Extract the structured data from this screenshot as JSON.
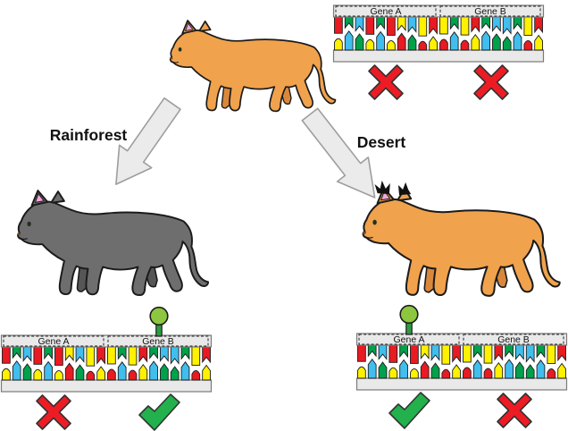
{
  "labels": {
    "rainforest": "Rainforest",
    "desert": "Desert"
  },
  "genomes": [
    {
      "id": "original-cat-genome",
      "genes": [
        {
          "label": "Gene A",
          "mark": "cross"
        },
        {
          "label": "Gene B",
          "mark": "cross"
        }
      ],
      "lollipop_gene": null,
      "pairs": [
        [
          "r",
          "y",
          "u",
          0.52
        ],
        [
          "g",
          "b",
          "v",
          0.33
        ],
        [
          "b",
          "g",
          "v",
          0.42
        ],
        [
          "r",
          "y",
          "u",
          0.55
        ],
        [
          "g",
          "b",
          "v",
          0.35
        ],
        [
          "r",
          "y",
          "u",
          0.58
        ],
        [
          "y",
          "r",
          "v",
          0.4
        ],
        [
          "b",
          "g",
          "v",
          0.45
        ],
        [
          "y",
          "r",
          "u",
          0.6
        ],
        [
          "r",
          "y",
          "v",
          0.5
        ],
        [
          "y",
          "r",
          "u",
          0.54
        ],
        [
          "g",
          "b",
          "v",
          0.36
        ],
        [
          "y",
          "r",
          "u",
          0.57
        ],
        [
          "r",
          "y",
          "v",
          0.44
        ],
        [
          "g",
          "b",
          "v",
          0.34
        ],
        [
          "b",
          "g",
          "v",
          0.42
        ],
        [
          "b",
          "g",
          "v",
          0.5
        ],
        [
          "g",
          "b",
          "v",
          0.36
        ],
        [
          "y",
          "r",
          "u",
          0.58
        ],
        [
          "r",
          "y",
          "v",
          0.46
        ]
      ]
    },
    {
      "id": "rainforest-cat-genome",
      "genes": [
        {
          "label": "Gene A",
          "mark": "cross"
        },
        {
          "label": "Gene B",
          "mark": "check"
        }
      ],
      "lollipop_gene": 1,
      "pairs": [
        [
          "r",
          "y",
          "u",
          0.52
        ],
        [
          "g",
          "b",
          "v",
          0.33
        ],
        [
          "b",
          "g",
          "v",
          0.42
        ],
        [
          "r",
          "y",
          "u",
          0.55
        ],
        [
          "g",
          "b",
          "v",
          0.35
        ],
        [
          "r",
          "y",
          "u",
          0.58
        ],
        [
          "y",
          "r",
          "v",
          0.4
        ],
        [
          "b",
          "g",
          "v",
          0.45
        ],
        [
          "y",
          "r",
          "u",
          0.6
        ],
        [
          "r",
          "y",
          "v",
          0.5
        ],
        [
          "y",
          "r",
          "u",
          0.54
        ],
        [
          "g",
          "b",
          "v",
          0.36
        ],
        [
          "y",
          "r",
          "u",
          0.57
        ],
        [
          "r",
          "y",
          "v",
          0.44
        ],
        [
          "g",
          "b",
          "v",
          0.34
        ],
        [
          "b",
          "g",
          "v",
          0.42
        ],
        [
          "b",
          "g",
          "v",
          0.5
        ],
        [
          "g",
          "b",
          "v",
          0.36
        ],
        [
          "y",
          "r",
          "u",
          0.58
        ],
        [
          "r",
          "y",
          "v",
          0.46
        ]
      ]
    },
    {
      "id": "desert-cat-genome",
      "genes": [
        {
          "label": "Gene A",
          "mark": "check"
        },
        {
          "label": "Gene B",
          "mark": "cross"
        }
      ],
      "lollipop_gene": 0,
      "pairs": [
        [
          "r",
          "y",
          "u",
          0.52
        ],
        [
          "g",
          "b",
          "v",
          0.33
        ],
        [
          "b",
          "g",
          "v",
          0.42
        ],
        [
          "r",
          "y",
          "u",
          0.55
        ],
        [
          "g",
          "b",
          "v",
          0.35
        ],
        [
          "r",
          "y",
          "u",
          0.58
        ],
        [
          "y",
          "r",
          "v",
          0.4
        ],
        [
          "b",
          "g",
          "v",
          0.45
        ],
        [
          "y",
          "r",
          "u",
          0.6
        ],
        [
          "r",
          "y",
          "v",
          0.5
        ],
        [
          "y",
          "r",
          "u",
          0.54
        ],
        [
          "g",
          "b",
          "v",
          0.36
        ],
        [
          "y",
          "r",
          "u",
          0.57
        ],
        [
          "r",
          "y",
          "v",
          0.44
        ],
        [
          "g",
          "b",
          "v",
          0.34
        ],
        [
          "b",
          "g",
          "v",
          0.42
        ],
        [
          "b",
          "g",
          "v",
          0.5
        ],
        [
          "g",
          "b",
          "v",
          0.36
        ],
        [
          "y",
          "r",
          "u",
          0.58
        ],
        [
          "r",
          "y",
          "v",
          0.46
        ]
      ]
    }
  ],
  "cats": [
    {
      "id": "original-cat",
      "fur": "#F1A24C",
      "fur_dark": "#D9883B",
      "inner_ear": "#F7A6D9",
      "ear_tufts": false
    },
    {
      "id": "rainforest-cat",
      "fur": "#6E6E6E",
      "fur_dark": "#565656",
      "inner_ear": "#F7A6D9",
      "ear_tufts": false
    },
    {
      "id": "desert-cat",
      "fur": "#F1A24C",
      "fur_dark": "#D9883B",
      "inner_ear": "#F7A6D9",
      "ear_tufts": true
    }
  ],
  "colors": {
    "base_r": "#E81B22",
    "base_y": "#FFF100",
    "base_g": "#00A14B",
    "base_b": "#41BEEE",
    "bar_fill": "#E9E9E9",
    "bar_border": "#7A7A7A",
    "dashed_border": "#222222",
    "cross": "#ED1C24",
    "check": "#22B14C",
    "lollipop_head": "#8DC63F",
    "lollipop_stem": "#2E9B44",
    "arrow_fill": "#EBEBEB",
    "arrow_border": "#9E9E9E"
  }
}
